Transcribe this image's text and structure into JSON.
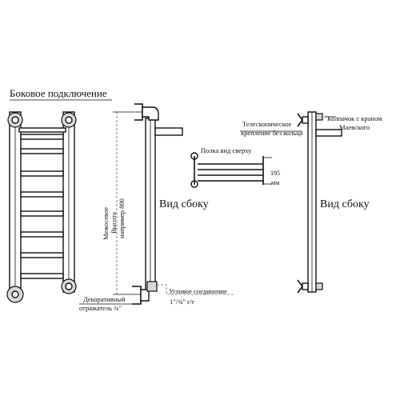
{
  "title": "Боковое подключение",
  "left_dimension": {
    "line1": "Межосевое",
    "line2": "Высота",
    "line3": "например 800"
  },
  "labels": {
    "decorative_reflector_1": "Декоративный",
    "decorative_reflector_2": "отражатель ¾\"",
    "corner_joint_1": "Угловое соединение",
    "corner_joint_2": "1\"/¾\" г/г",
    "shelf_top_view": "Полка вид сверху",
    "shelf_depth": "195",
    "shelf_depth_unit": "мм",
    "telescopic_1": "Телескопическое",
    "telescopic_2": "крепление без кольца",
    "cap_1": "Колпачок с краном",
    "cap_2": "Маевского",
    "side_view_1": "Вид сбоку",
    "side_view_2": "Вид сбоку"
  },
  "colors": {
    "line": "#111111",
    "background": "#ffffff"
  }
}
